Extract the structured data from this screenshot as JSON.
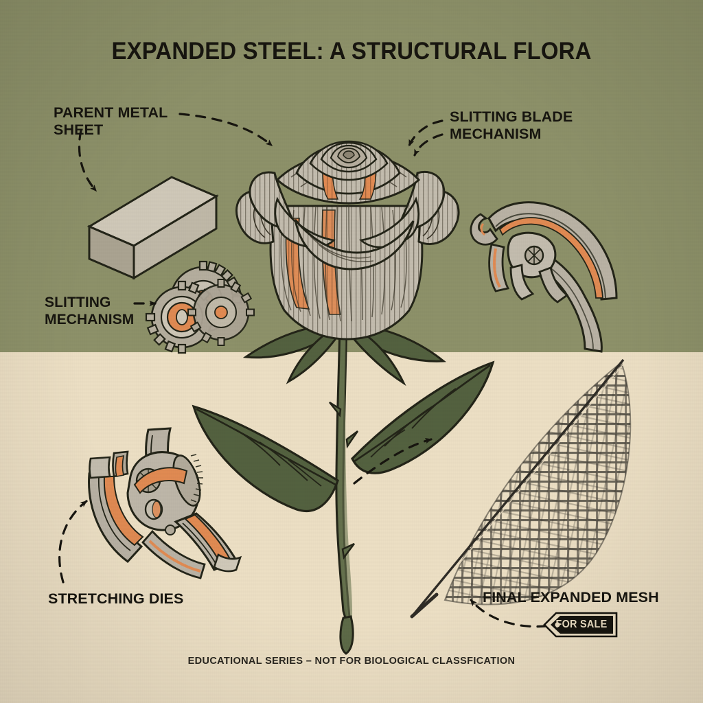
{
  "poster": {
    "title": "EXPANDED STEEL: A STRUCTURAL FLORA",
    "footer": "EDUCATIONAL SERIES – NOT FOR BIOLOGICAL CLASSFICATION",
    "background_sky": "#8d9169",
    "background_ground": "#ecdfc4",
    "ink": "#17150f",
    "accent_orange": "#e08a52",
    "metal_gray": "#b9b2a4",
    "leaf_green": "#5d6a47"
  },
  "labels": {
    "parent_metal_sheet": "PARENT METAL\nSHEET",
    "slitting_blade_mechanism": "SLITTING BLADE\nMECHANISM",
    "slitting_mechanism": "SLITTING\nMECHANISM",
    "stretching_dies": "STRETCHING DIES",
    "final_expanded_mesh": "FINAL EXPANDED MESH"
  },
  "badge": {
    "for_sale": "FOR SALE"
  },
  "figures": {
    "rose": "steel-rose-bloom",
    "stem": "thorned-stem",
    "metal_block": "isometric-metal-billet",
    "gears": "slitting-gear-cluster",
    "shears_top": "pruning-shear-blades",
    "dies": "stretching-die-assembly",
    "mesh_leaf": "expanded-mesh-leaf"
  },
  "arrows": [
    {
      "name": "arrow-parent-to-block",
      "from": "PARENT METAL SHEET",
      "to": "metal billet"
    },
    {
      "name": "arrow-parent-to-rose",
      "from": "PARENT METAL SHEET",
      "to": "rose bloom"
    },
    {
      "name": "arrow-blade-to-rose",
      "from": "SLITTING BLADE MECHANISM",
      "to": "rose bloom"
    },
    {
      "name": "arrow-blade-to-shears",
      "from": "SLITTING BLADE MECHANISM",
      "to": "shears"
    },
    {
      "name": "arrow-slitting-to-gears",
      "from": "SLITTING MECHANISM",
      "to": "gear cluster"
    },
    {
      "name": "arrow-stretching-to-dies",
      "from": "STRETCHING DIES",
      "to": "die assembly"
    },
    {
      "name": "arrow-stem-to-mesh",
      "from": "stem",
      "to": "mesh leaf"
    },
    {
      "name": "arrow-tag-to-mesh",
      "from": "FOR SALE tag",
      "to": "mesh leaf"
    }
  ]
}
